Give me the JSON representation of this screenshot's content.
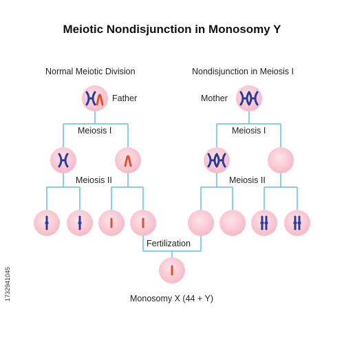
{
  "title": "Meiotic Nondisjunction in Monosomy Y",
  "left_header": "Normal Meiotic Division",
  "right_header": "Nondisjunction in Meiosis I",
  "father_label": "Father",
  "mother_label": "Mother",
  "meiosis1_label": "Meiosis I",
  "meiosis2_label": "Meiosis II",
  "fertilization_label": "Fertilization",
  "result_label": "Monosomy X (44 + Y)",
  "stock_id": "1732941045",
  "colors": {
    "cell_fill": "#f8c4cf",
    "cell_center": "#fde4ea",
    "line": "#5cc0e6",
    "x_chromosome": "#2b3a9e",
    "y_chromosome": "#e0502a"
  }
}
